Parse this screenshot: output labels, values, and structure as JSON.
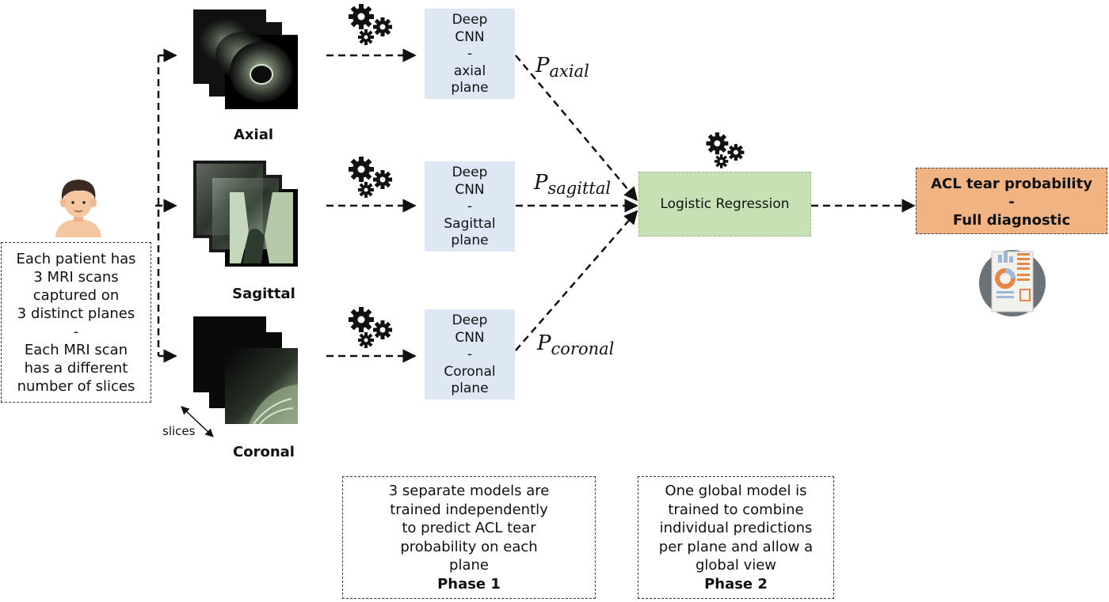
{
  "patient": {
    "description_lines": [
      "Each patient has",
      "3 MRI scans",
      "captured on",
      "3 distinct planes",
      "-",
      "Each MRI scan",
      "has a different",
      "number of slices"
    ]
  },
  "planes": [
    {
      "label": "Axial",
      "cnn_lines": [
        "Deep",
        "CNN",
        "-",
        "axial",
        "plane"
      ],
      "prob_base": "P",
      "prob_sub": "axial"
    },
    {
      "label": "Sagittal",
      "cnn_lines": [
        "Deep",
        "CNN",
        "-",
        "Sagittal",
        "plane"
      ],
      "prob_base": "P",
      "prob_sub": "sagittal"
    },
    {
      "label": "Coronal",
      "cnn_lines": [
        "Deep",
        "CNN",
        "-",
        "Coronal",
        "plane"
      ],
      "prob_base": "P",
      "prob_sub": "coronal"
    }
  ],
  "slices_label": "slices",
  "logistic_regression": {
    "label": "Logistic Regression"
  },
  "result": {
    "lines": [
      "ACL tear probability",
      "-",
      "Full diagnostic"
    ]
  },
  "phase1": {
    "lines": [
      "3 separate models are",
      "trained independently",
      "to predict ACL tear",
      "probability on each",
      "plane"
    ],
    "phase": "Phase 1"
  },
  "phase2": {
    "lines": [
      "One global model is",
      "trained to combine",
      "individual predictions",
      "per plane and allow a",
      "global view"
    ],
    "phase": "Phase 2"
  },
  "icons": [
    "patient-avatar-icon",
    "gears-icon",
    "report-document-icon"
  ],
  "colors": {
    "cnn_box": "#dde8f4",
    "logreg_box": "#c6e1b4",
    "result_box": "#f2b383",
    "skin": "#f5c7a1",
    "hair": "#3b2a22"
  }
}
